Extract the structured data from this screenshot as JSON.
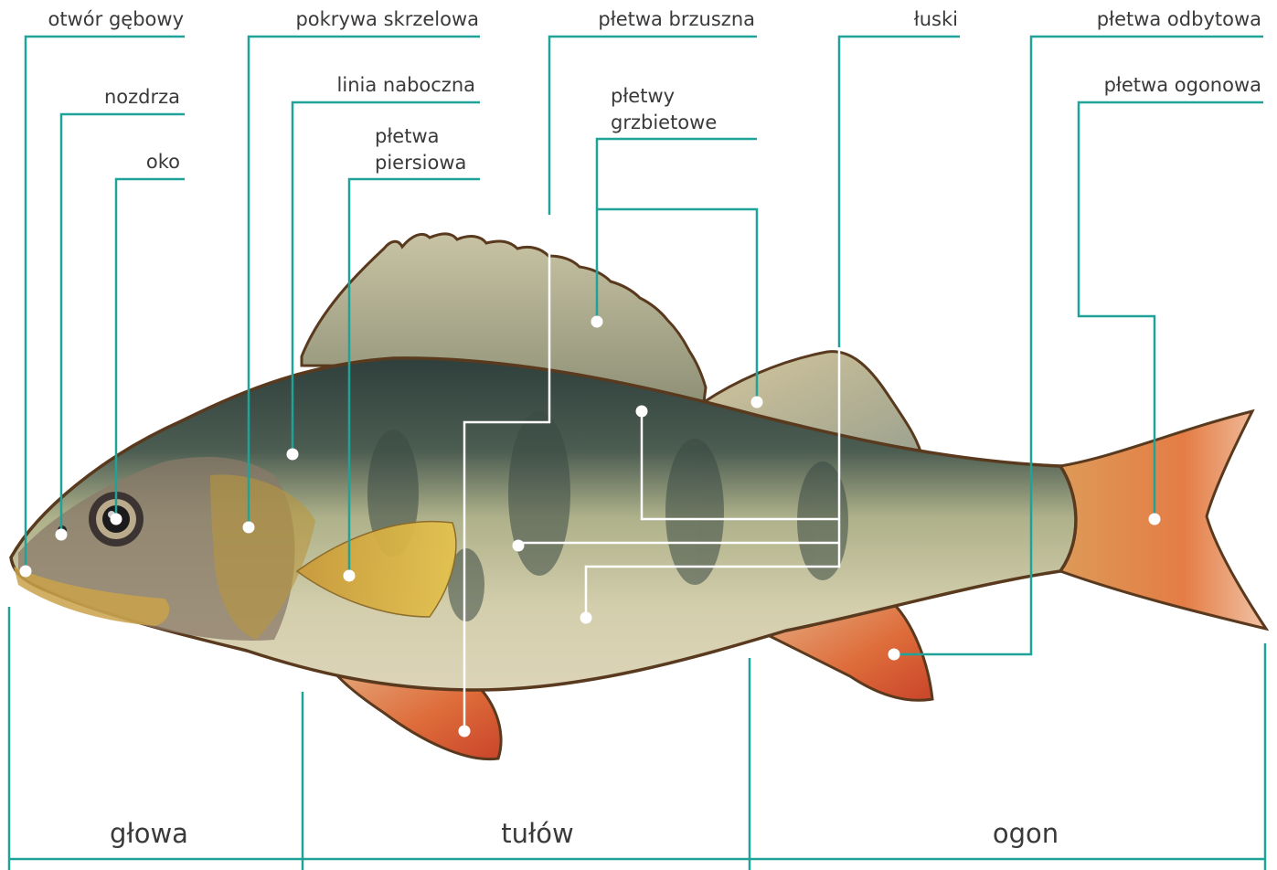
{
  "colors": {
    "accent": "#1fa399",
    "text": "#3a3a3a"
  },
  "labels": {
    "mouth": "otwór gębowy",
    "nostril": "nozdrza",
    "eye": "oko",
    "gill_cover": "pokrywa skrzelowa",
    "lateral_line": "linia naboczna",
    "pectoral_fin_1": "płetwa",
    "pectoral_fin_2": "piersiowa",
    "pelvic_fin": "płetwa brzuszna",
    "dorsal_fins_1": "płetwy",
    "dorsal_fins_2": "grzbietowe",
    "scales": "łuski",
    "anal_fin": "płetwa odbytowa",
    "caudal_fin": "płetwa ogonowa"
  },
  "sections": {
    "head": "głowa",
    "trunk": "tułów",
    "tail": "ogon"
  }
}
